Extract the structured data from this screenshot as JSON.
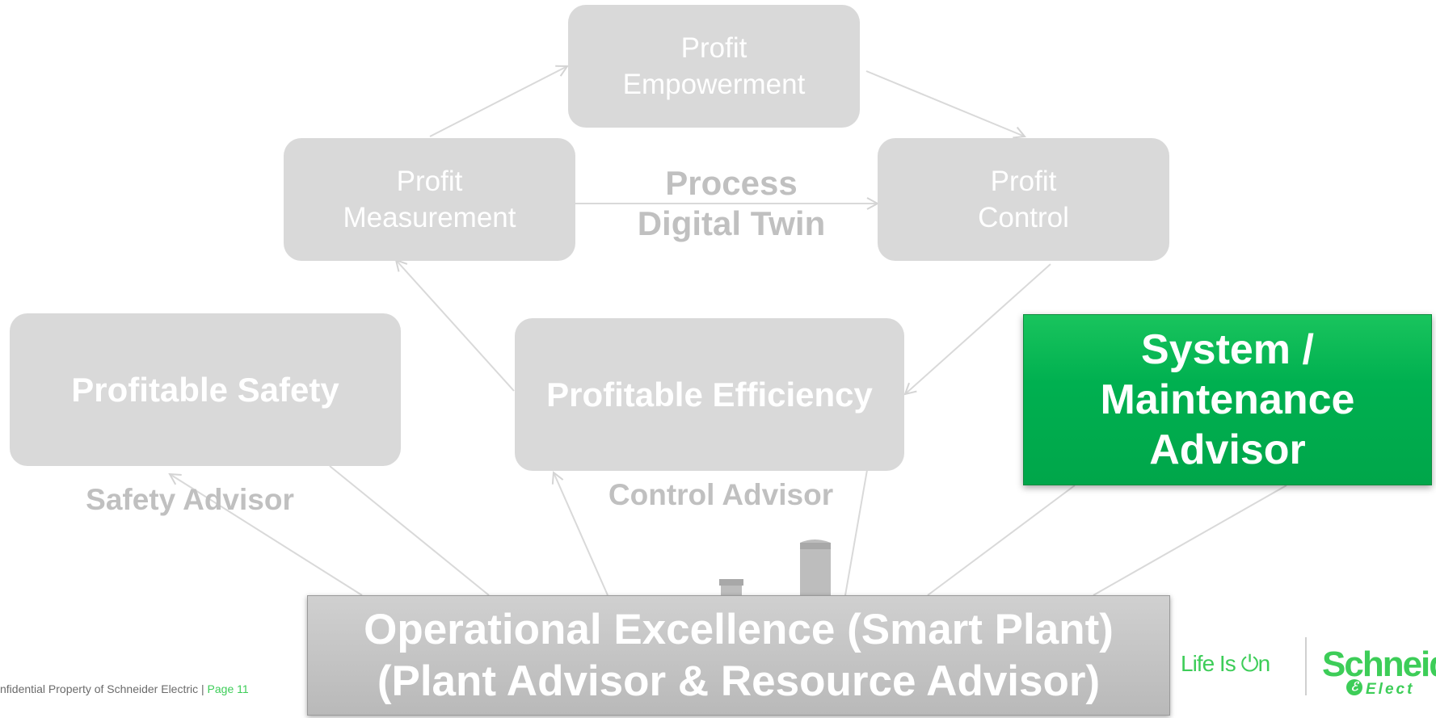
{
  "top_cycle": {
    "empowerment": "Profit\nEmpowerment",
    "measurement": "Profit\nMeasurement",
    "control": "Profit\nControl",
    "center_label": "Process\nDigital Twin"
  },
  "pillars": {
    "safety": "Profitable Safety",
    "efficiency": "Profitable Efficiency",
    "system_maintenance": "System /\nMaintenance\nAdvisor"
  },
  "advisors": {
    "safety": "Safety Advisor",
    "control": "Control Advisor"
  },
  "base": {
    "text": "Operational Excellence (Smart Plant)\n(Plant Advisor & Resource Advisor)"
  },
  "footer": {
    "confidential": "nfidential Property of Schneider Electric | ",
    "page": "Page 11"
  },
  "branding": {
    "tagline": "Life Is On",
    "power_symbol": "⏻",
    "company": "Schneid",
    "company_sub": "Elect",
    "mark_glyph": "ℰ"
  },
  "colors": {
    "gray_box": "#d9d9d9",
    "gray_label": "#c0c0c0",
    "green_box": "#00b050",
    "brand_green": "#3dcd58"
  }
}
